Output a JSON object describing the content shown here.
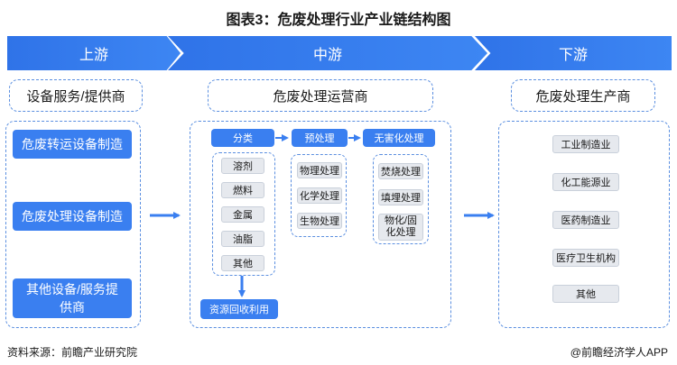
{
  "title": "图表3：危废处理行业产业链结构图",
  "stages": {
    "upstream": "上游",
    "midstream": "中游",
    "downstream": "下游"
  },
  "upstream": {
    "header": "设备服务/提供商",
    "items": [
      "危废转运设备制造",
      "危废处理设备制造",
      "其他设备/服务提供商"
    ]
  },
  "midstream": {
    "header": "危废处理运营商",
    "steps": [
      "分类",
      "预处理",
      "无害化处理"
    ],
    "classification": [
      "溶剂",
      "燃料",
      "金属",
      "油脂",
      "其他"
    ],
    "pretreatment": [
      "物理处理",
      "化学处理",
      "生物处理"
    ],
    "harmless": [
      "焚烧处理",
      "填埋处理",
      "物化/固化处理"
    ],
    "recycle": "资源回收利用"
  },
  "downstream": {
    "header": "危废处理生产商",
    "items": [
      "工业制造业",
      "化工能源业",
      "医药制造业",
      "医疗卫生机构",
      "其他"
    ]
  },
  "footer": {
    "source": "资料来源：前瞻产业研究院",
    "brand": "@前瞻经济学人APP"
  }
}
